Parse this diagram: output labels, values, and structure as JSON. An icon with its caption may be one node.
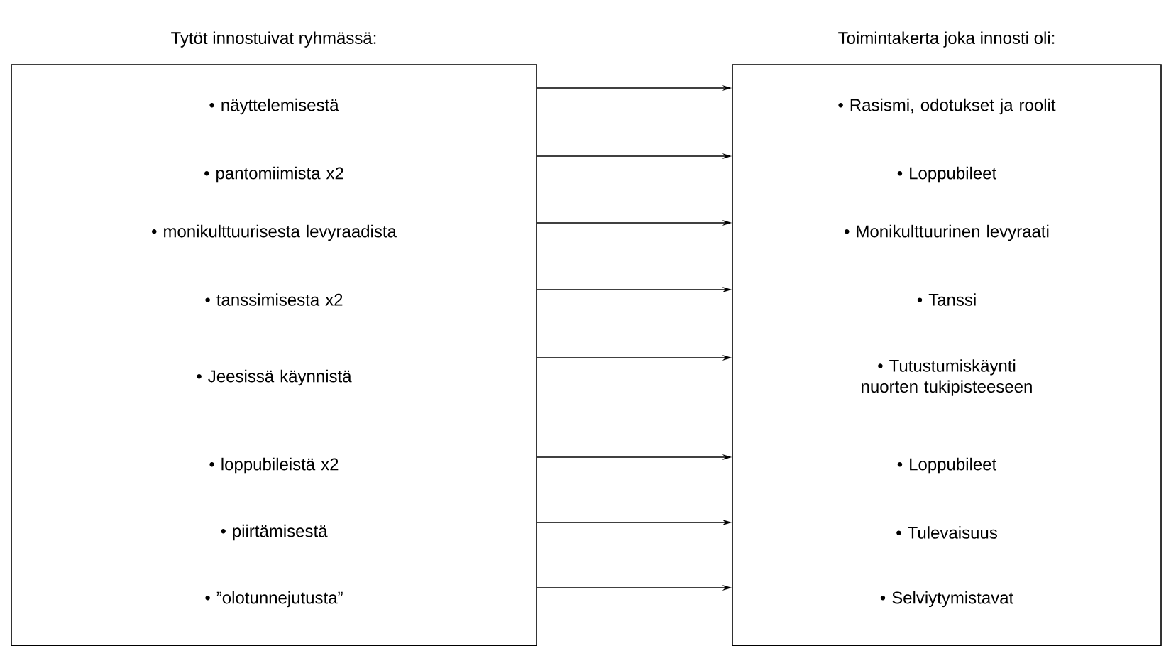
{
  "diagram": {
    "nodes": [
      {
        "text": [
          "Tytöt innostuivat ryhmässä:"
        ]
      },
      {
        "text": [
          "• näyttelemisestä"
        ],
        "in": 0
      },
      {
        "text": [
          "• pantomiimista x2"
        ],
        "in": 0
      },
      {
        "text": [
          "• monikulttuurisesta levyraadista"
        ],
        "in": 0
      },
      {
        "text": [
          "• tanssimisesta x2"
        ],
        "in": 0
      },
      {
        "text": [
          "• Jeesissä käynnistä"
        ],
        "in": 0
      },
      {
        "text": [
          "• loppubileistä x2"
        ],
        "in": 0
      },
      {
        "text": [
          "• piirtämisestä"
        ],
        "in": 0
      },
      {
        "text": [
          "• ”olotunnejutusta”"
        ],
        "in": 0
      },
      {
        "text": [
          "Toimintakerta joka innosti oli:"
        ]
      },
      {
        "text": [
          "• Rasismi, odotukset ja roolit"
        ],
        "in": 9
      },
      {
        "text": [
          "• Loppubileet"
        ],
        "in": 9
      },
      {
        "text": [
          "• Monikulttuurinen levyraati"
        ],
        "in": 9
      },
      {
        "text": [
          "• Tanssi"
        ],
        "in": 9
      },
      {
        "text": [
          "• Tutustumiskäynti nuorten tukipisteeseen"
        ],
        "in": 9
      },
      {
        "text": [
          "• Loppubileet"
        ],
        "in": 9
      },
      {
        "text": [
          "• Tulevaisuus"
        ],
        "in": 9
      },
      {
        "text": [
          "• Selviytymistavat"
        ],
        "in": 9
      }
    ],
    "edges": [
      {
        "from": 0,
        "to": 9,
        "arrow": "to"
      },
      {
        "from": 0,
        "to": 9,
        "arrow": "to"
      },
      {
        "from": 0,
        "to": 9,
        "arrow": "to"
      },
      {
        "from": 0,
        "to": 9,
        "arrow": "to"
      },
      {
        "from": 0,
        "to": 9,
        "arrow": "to"
      },
      {
        "from": 0,
        "to": 9,
        "arrow": "to"
      },
      {
        "from": 0,
        "to": 9,
        "arrow": "to"
      },
      {
        "from": 0,
        "to": 9,
        "arrow": "to"
      }
    ]
  }
}
